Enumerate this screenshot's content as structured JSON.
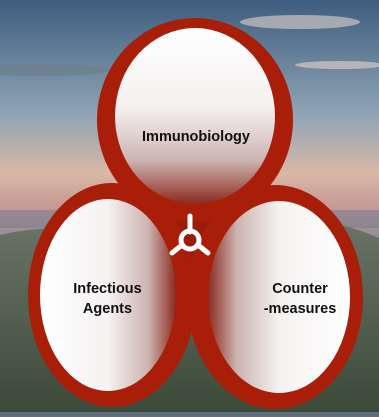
{
  "colors": {
    "ring": "#a81e08",
    "ring_dark": "#7e1503",
    "circle_light": "#ffffff",
    "circle_dark": "#8b2a1f",
    "symbol": "#ffffff"
  },
  "background": {
    "description_icon": "sunset-seascape-background"
  },
  "circles": {
    "top": {
      "label": "Immunobiology"
    },
    "left": {
      "label_lines": [
        "Infectious",
        "Agents"
      ]
    },
    "right": {
      "label_lines": [
        "Counter",
        "-measures"
      ]
    }
  },
  "center_icon": "biohazard-icon"
}
